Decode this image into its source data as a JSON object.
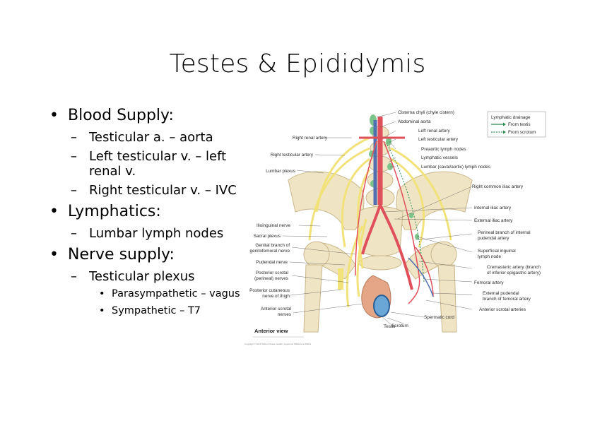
{
  "slide": {
    "title": "Testes & Epididymis",
    "bullets": {
      "blood": {
        "label": "Blood Supply:",
        "items": [
          "Testicular a. – aorta",
          "Left testicular v. – left renal v.",
          "Right testicular v. – IVC"
        ]
      },
      "lymph": {
        "label": "Lymphatics:",
        "items": [
          "Lumbar lymph nodes"
        ]
      },
      "nerve": {
        "label": "Nerve supply:",
        "items": [
          "Testicular plexus"
        ],
        "subitems": [
          "Parasympathetic – vagus",
          "Sympathetic – T7"
        ]
      }
    }
  },
  "figure": {
    "caption": "Anterior view",
    "copyright": "Copyright © 2014 Wolters Kluwer Health | Lippincott Williams & Wilkins",
    "legend": {
      "title": "Lymphatic drainage",
      "testis": "From testis",
      "scrotum": "From scrotum",
      "testis_color": "#2e8b57",
      "scrotum_color": "#2e8b57"
    },
    "labels": {
      "cisterna": "Cisterna chyli (chyle cistern)",
      "abd_aorta": "Abdominal aorta",
      "left_renal": "Left renal artery",
      "left_testicular": "Left testicular artery",
      "preaortic": "Preaortic lymph nodes",
      "lymph_vessels": "Lymphatic vessels",
      "lumbar_nodes": "Lumbar (caval/aortic) lymph nodes",
      "right_common_iliac": "Right common iliac artery",
      "internal_iliac": "Internal iliac artery",
      "external_iliac": "External iliac artery",
      "perineal_1": "Perineal branch of internal",
      "perineal_2": "pudendal artery",
      "superficial_1": "Superficial inguinal",
      "superficial_2": "lymph node",
      "cremasteric_1": "Cremasteric artery (branch",
      "cremasteric_2": "of inferior epigastric artery)",
      "femoral": "Femoral artery",
      "ext_pudendal_1": "External pudendal",
      "ext_pudendal_2": "branch of femoral artery",
      "ant_scrotal_arteries": "Anterior scrotal arteries",
      "spermatic_cord": "Spermatic cord",
      "scrotum": "Scrotum",
      "testis": "Testis",
      "right_renal": "Right renal artery",
      "right_testicular": "Right testicular artery",
      "lumbar_plexus": "Lumbar plexus",
      "ilioinguinal": "Ilioinguinal nerve",
      "sacral_plexus": "Sacral plexus",
      "genital_1": "Genital branch of",
      "genital_2": "genitofemoral nerve",
      "pudendal_nerve": "Pudendal nerve",
      "post_scrotal_1": "Posterior scrotal",
      "post_scrotal_2": "(perineal) nerves",
      "post_cutaneous_1": "Posterior cutaneous",
      "post_cutaneous_2": "nerve of thigh",
      "ant_scrotal_n_1": "Anterior scrotal",
      "ant_scrotal_n_2": "nerves"
    },
    "colors": {
      "bone": "#efe4c4",
      "bone_edge": "#c9b78a",
      "artery": "#e0505a",
      "vein": "#5070b0",
      "nerve": "#f2e27a",
      "lymph": "#7cc48a"
    }
  }
}
